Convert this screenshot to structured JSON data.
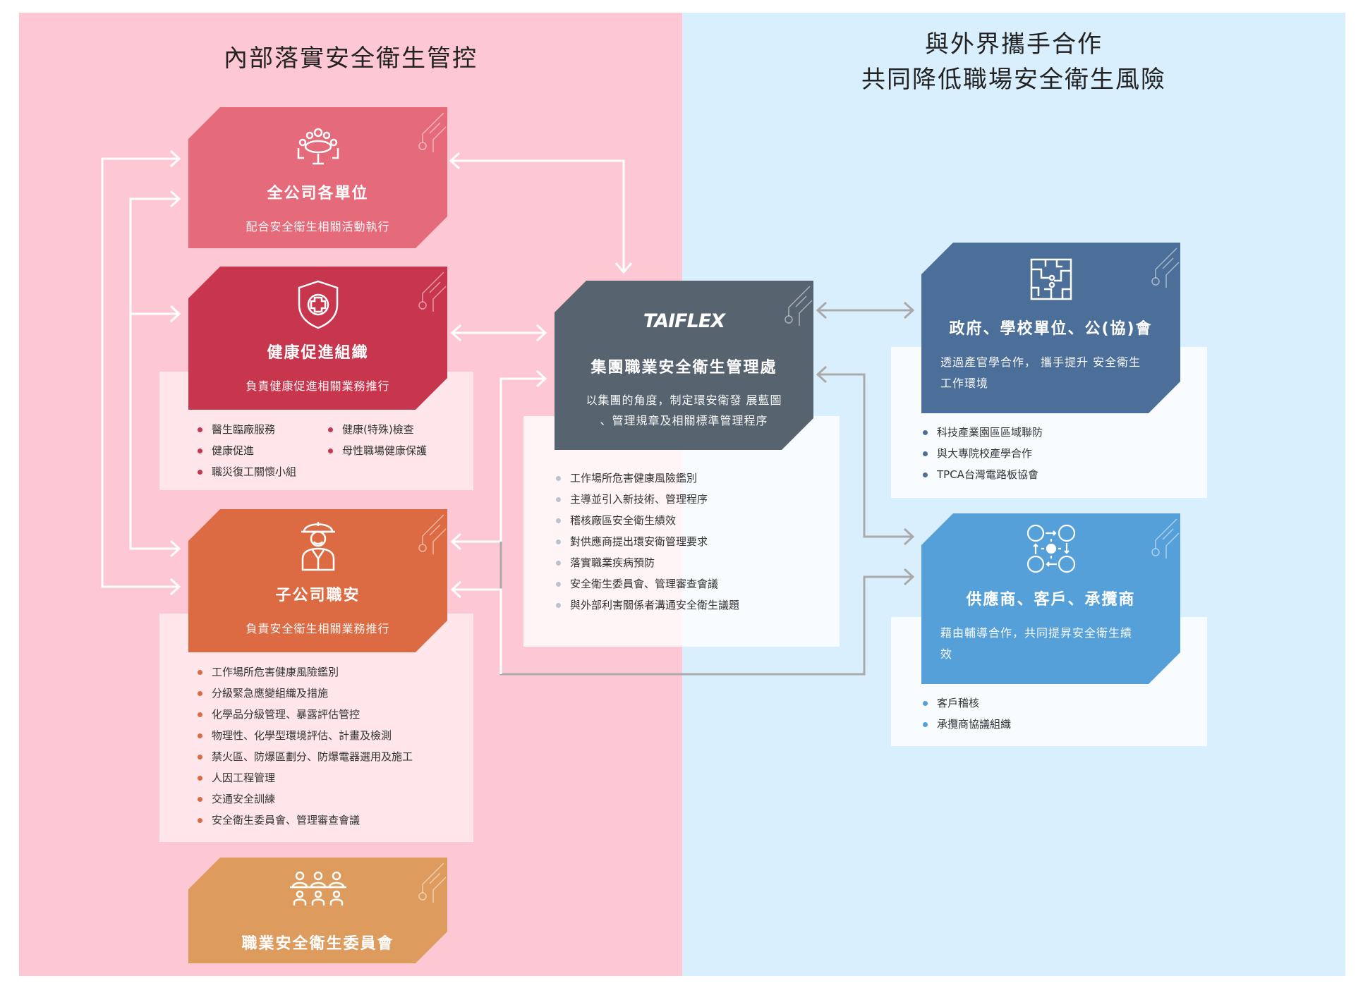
{
  "left_panel": {
    "title": "內部落實安全衛生管控"
  },
  "right_panel": {
    "title_line1": "與外界攜手合作",
    "title_line2": "共同降低職場安全衛生風險"
  },
  "center": {
    "brand": "TAIFLEX",
    "title": "集團職業安全衛生管理處",
    "desc_line1": "以集團的角度，制定環安衛發 展藍圖",
    "desc_line2": "、管理規章及相關標準管理程序",
    "items": [
      "工作場所危害健康風險鑑別",
      "主導並引入新技術、管理程序",
      "稽核廠區安全衛生績效",
      "對供應商提出環安衛管理要求",
      "落實職業疾病預防",
      "安全衛生委員會、管理審查會議",
      "與外部利害關係者溝通安全衛生議題"
    ]
  },
  "all_units": {
    "title": "全公司各單位",
    "desc": "配合安全衛生相關活動執行"
  },
  "health": {
    "title": "健康促進組織",
    "desc": "負責健康促進相關業務推行",
    "items_col1": [
      "醫生臨廠服務",
      "健康促進",
      "職災復工關懷小組"
    ],
    "items_col2": [
      "健康(特殊)檢查",
      "母性職場健康保護"
    ]
  },
  "subsidiary": {
    "title": "子公司職安",
    "desc": "負責安全衛生相關業務推行",
    "items": [
      "工作場所危害健康風險鑑別",
      "分級緊急應變組織及措施",
      "化學品分級管理、暴露評估管控",
      "物理性、化學型環境評估、計畫及檢測",
      "禁火區、防爆區劃分、防爆電器選用及施工",
      "人因工程管理",
      "交通安全訓練",
      "安全衛生委員會、管理審查會議"
    ]
  },
  "committee": {
    "title": "職業安全衛生委員會"
  },
  "government": {
    "title": "政府、學校單位、公(協)會",
    "desc_line1": "透過產官學合作， 攜手提升 安全衛生",
    "desc_line2": "工作環境",
    "items": [
      "科技產業園區區域聯防",
      "與大專院校產學合作",
      "TPCA台灣電路板協會"
    ]
  },
  "supplier": {
    "title": "供應商、客戶、承攬商",
    "desc_line1": "藉由輔導合作，共同提昇安全衛生績",
    "desc_line2": "效",
    "items": [
      "客戶稽核",
      "承攬商協議組織"
    ]
  },
  "colors": {
    "left_bg": "#fdc8d3",
    "right_bg": "#d9effd",
    "all_units": "#e56a7a",
    "health": "#c8364d",
    "subsidiary": "#dc6a42",
    "committee": "#dd9b5e",
    "center": "#57636e",
    "government": "#4c6f9a",
    "supplier": "#55a0d8",
    "arrow_white": "#ffffff",
    "arrow_grey": "#aaaaaa"
  },
  "icons": {
    "all_units": "meeting-table-icon",
    "health": "shield-cross-icon",
    "subsidiary": "helmet-worker-icon",
    "committee": "committee-people-icon",
    "government": "circuit-board-icon",
    "supplier": "supply-cycle-icon"
  }
}
